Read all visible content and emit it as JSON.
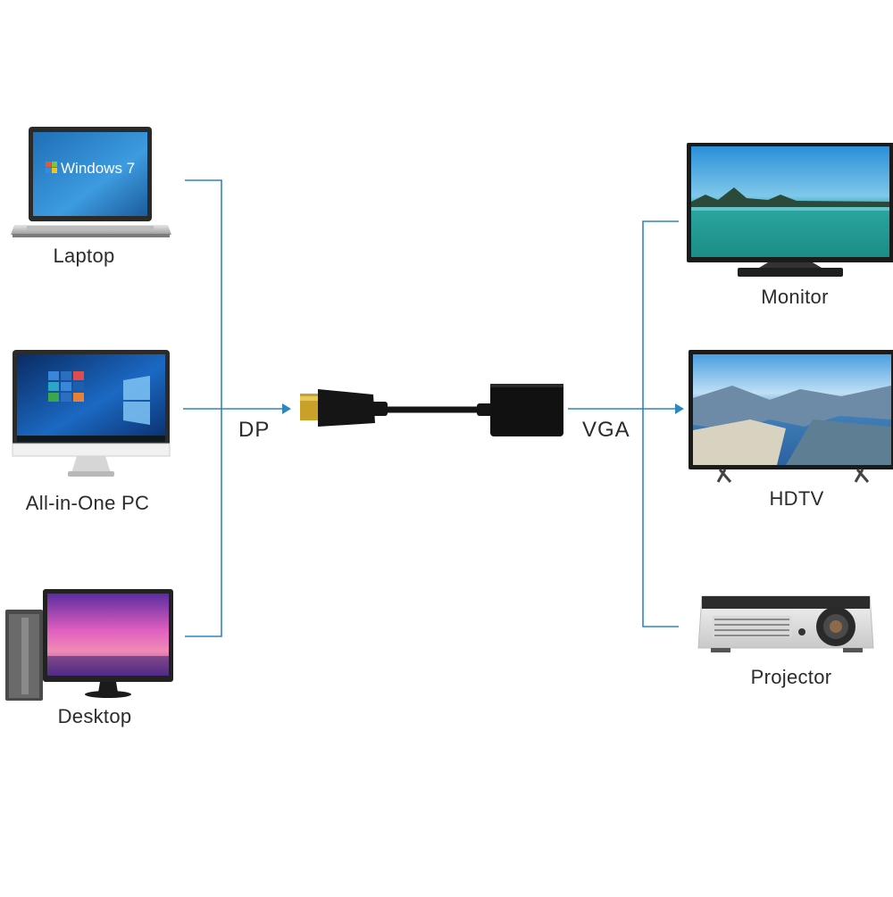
{
  "sources": {
    "laptop": {
      "label": "Laptop",
      "screen_text": "Windows 7"
    },
    "aio": {
      "label": "All-in-One PC"
    },
    "desktop": {
      "label": "Desktop"
    }
  },
  "displays": {
    "monitor": {
      "label": "Monitor"
    },
    "hdtv": {
      "label": "HDTV"
    },
    "projector": {
      "label": "Projector"
    }
  },
  "signals": {
    "input": "DP",
    "output": "VGA"
  },
  "colors": {
    "connector_line": "#2e86c1",
    "adapter_body": "#111111"
  }
}
